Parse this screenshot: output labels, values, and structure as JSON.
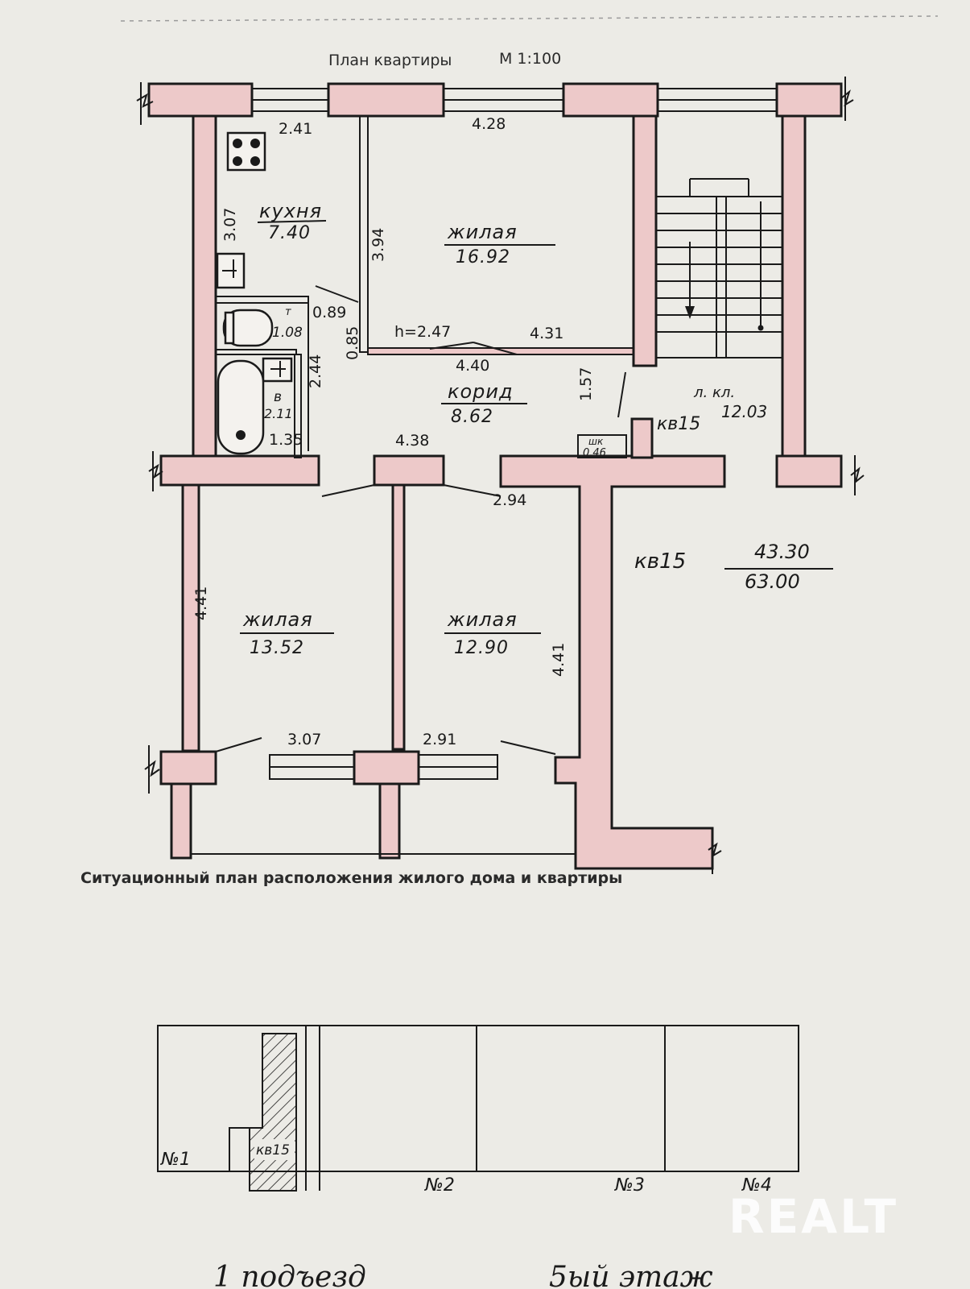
{
  "title": "План квартиры",
  "scale": "М 1:100",
  "rooms": {
    "kitchen": {
      "name": "кухня",
      "area": "7.40"
    },
    "living_top": {
      "name": "жилая",
      "area": "16.92"
    },
    "corridor": {
      "name": "корид",
      "area": "8.62"
    },
    "living_left": {
      "name": "жилая",
      "area": "13.52"
    },
    "living_mid": {
      "name": "жилая",
      "area": "12.90"
    },
    "bath": {
      "name": "в",
      "area": "2.11"
    },
    "toilet": {
      "name": "т",
      "area": "1.08"
    },
    "closet": {
      "name": "шк",
      "area": "0.46"
    },
    "stair": {
      "name": "л. кл.",
      "area": "12.03"
    }
  },
  "dimensions": {
    "d_241": "2.41",
    "d_428": "4.28",
    "d_307a": "3.07",
    "d_394": "3.94",
    "d_089": "0.89",
    "d_085": "0.85",
    "d_247": "h=2.47",
    "d_431": "4.31",
    "d_440": "4.40",
    "d_244": "2.44",
    "d_135": "1.35",
    "d_157": "1.57",
    "d_438": "4.38",
    "d_294": "2.94",
    "d_441a": "4.41",
    "d_441b": "4.41",
    "d_307b": "3.07",
    "d_291": "2.91"
  },
  "apartment": {
    "number": "кв15",
    "stair_label": "кв15",
    "living_area": "43.30",
    "total_area": "63.00"
  },
  "situational": {
    "caption": "Ситуационный план расположения жилого дома и квартиры",
    "entrances": [
      "№1",
      "№2",
      "№3",
      "№4"
    ],
    "apartment_label": "кв15"
  },
  "handwritten": {
    "entrance": "1 подъезд",
    "floor": "5ый этаж"
  },
  "watermark": "REALT"
}
